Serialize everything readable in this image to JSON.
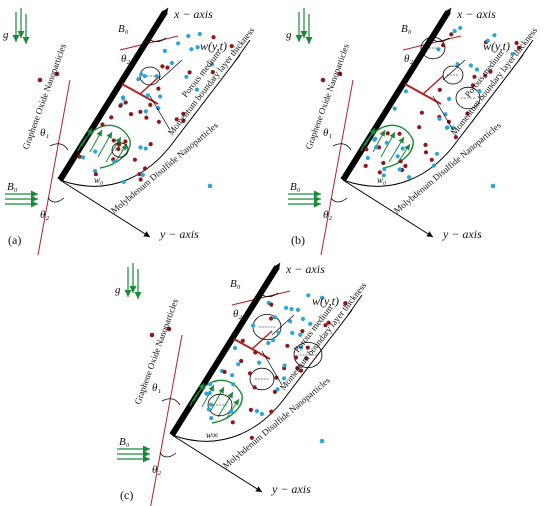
{
  "colors": {
    "plate": "#000000",
    "field_arrow": "#1a8a3a",
    "profile": "#1a8a3a",
    "magnetic_line": "#b22222",
    "graphene_dot": "#8b1a1a",
    "mos2_dot": "#2aa6d6",
    "axis": "#000000"
  },
  "panels": [
    {
      "id": "a",
      "label": "(a)",
      "x_axis": "x − axis",
      "y_axis": "y − axis",
      "gravity": "g",
      "b0_top": "B₀",
      "b0_bottom": "B₀",
      "theta1": "θ₁",
      "theta2_top": "θ₂",
      "theta2_bottom": "θ₂",
      "velocity": "w(y,t)",
      "wall_velocity": "w₀",
      "graphene_label": "Graphene Oxide Nanoparticles",
      "porous_label": "Porous medium",
      "boundary_label": "Momentum boundary layer thickness",
      "mos2_label": "Molybdenum Disulfide Nanoparticles",
      "pores": 2
    },
    {
      "id": "b",
      "label": "(b)",
      "x_axis": "x − axis",
      "y_axis": "y − axis",
      "gravity": "g",
      "b0_top": "B₀",
      "b0_bottom": "B₀",
      "theta1": "θ₁",
      "theta2_top": "θ₂",
      "theta2_bottom": "θ₂",
      "velocity": "w(y,t)",
      "wall_velocity": "w₀",
      "graphene_label": "Graphene Oxide Nanoparticles",
      "porous_label": "Porous medium",
      "boundary_label": "Momentum boundary layer thickness",
      "mos2_label": "Molybdenum Disulfide Nanoparticles",
      "pores": 3
    },
    {
      "id": "c",
      "label": "(c)",
      "x_axis": "x − axis",
      "y_axis": "y − axis",
      "gravity": "g",
      "b0_top": "B₀",
      "b0_bottom": "B₀",
      "theta1": "θ₁",
      "theta2_top": "θ₂",
      "theta2_bottom": "θ₂",
      "velocity": "w(y,t)",
      "wall_velocity": "w∞",
      "graphene_label": "Graphene Oxide Nanoparticles",
      "porous_label": "Porous medium",
      "boundary_label": "Momentum boundary layer thickness",
      "mos2_label": "Molybdenum Disulfide Nanoparticles",
      "pores": 4
    }
  ]
}
